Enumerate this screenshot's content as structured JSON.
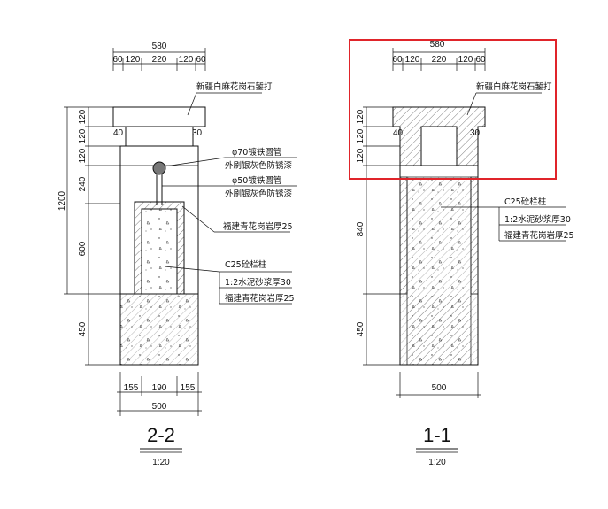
{
  "section_2_2": {
    "title": "2-2",
    "scale": "1:20",
    "top_dims": {
      "overall": "580",
      "parts": [
        "60",
        "120",
        "220",
        "120",
        "60"
      ]
    },
    "left_dims": {
      "total": "1200",
      "segments": [
        "120",
        "120",
        "120",
        "240",
        "600",
        "450"
      ]
    },
    "bottom_dims": {
      "parts": [
        "155",
        "190",
        "155"
      ],
      "overall": "500"
    },
    "offsets": [
      "40",
      "30"
    ],
    "labels": {
      "cap": "新疆白麻花岗石錾打",
      "pipe70_a": "φ70镀铁圆管",
      "pipe70_b": "外刷银灰色防锈漆",
      "pipe50_a": "φ50镀铁圆管",
      "pipe50_b": "外刷银灰色防锈漆",
      "granite": "福建青花岗岩厚25",
      "concrete": "C25砼栏柱",
      "mortar": "1:2水泥砂浆厚30",
      "granite2": "福建青花岗岩厚25"
    }
  },
  "section_1_1": {
    "title": "1-1",
    "scale": "1:20",
    "top_dims": {
      "overall": "580",
      "parts": [
        "60",
        "120",
        "220",
        "120",
        "60"
      ]
    },
    "left_dims": {
      "segments": [
        "120",
        "120",
        "120",
        "840",
        "450"
      ]
    },
    "bottom_dims": {
      "overall": "500"
    },
    "offsets": [
      "40",
      "30"
    ],
    "labels": {
      "cap": "新疆白麻花岗石錾打",
      "concrete": "C25砼栏柱",
      "mortar": "1:2水泥砂浆厚30",
      "granite": "福建青花岗岩厚25"
    }
  },
  "highlight_color": "#e0242a"
}
